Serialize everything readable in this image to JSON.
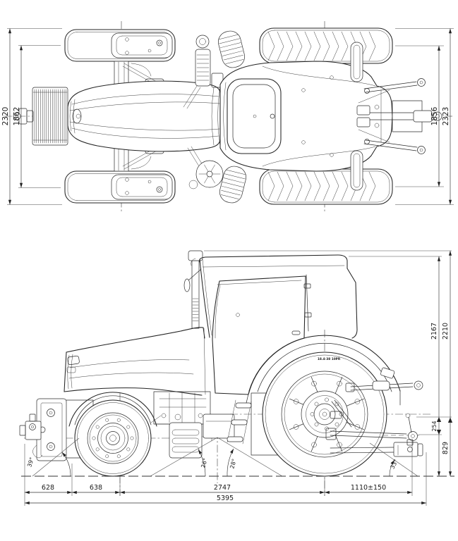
{
  "drawing": {
    "subject": "Tractor two-view dimensional blueprint",
    "views": {
      "top": "Top view",
      "side": "Left side view"
    },
    "line_color": "#232323",
    "background": "#ffffff"
  },
  "top_view": {
    "front_overall_width": "2320",
    "front_track_width": "1862",
    "rear_track_width": "1856",
    "rear_overall_width": "2323"
  },
  "side_view": {
    "cab_height": "2167",
    "overall_height": "2210",
    "drawbar_step": "254",
    "hitch_lift_height": "829",
    "front_overhang": "628",
    "front_axle_offset": "638",
    "wheelbase": "2747",
    "rear_hitch_reach": "1110±150",
    "overall_length": "5395",
    "approach_angle": "39°",
    "ramp_angle_front": "26°",
    "ramp_angle_rear": "28°",
    "departure_angle": "33°",
    "rear_tire_marking": "18.4-38 10PR"
  }
}
